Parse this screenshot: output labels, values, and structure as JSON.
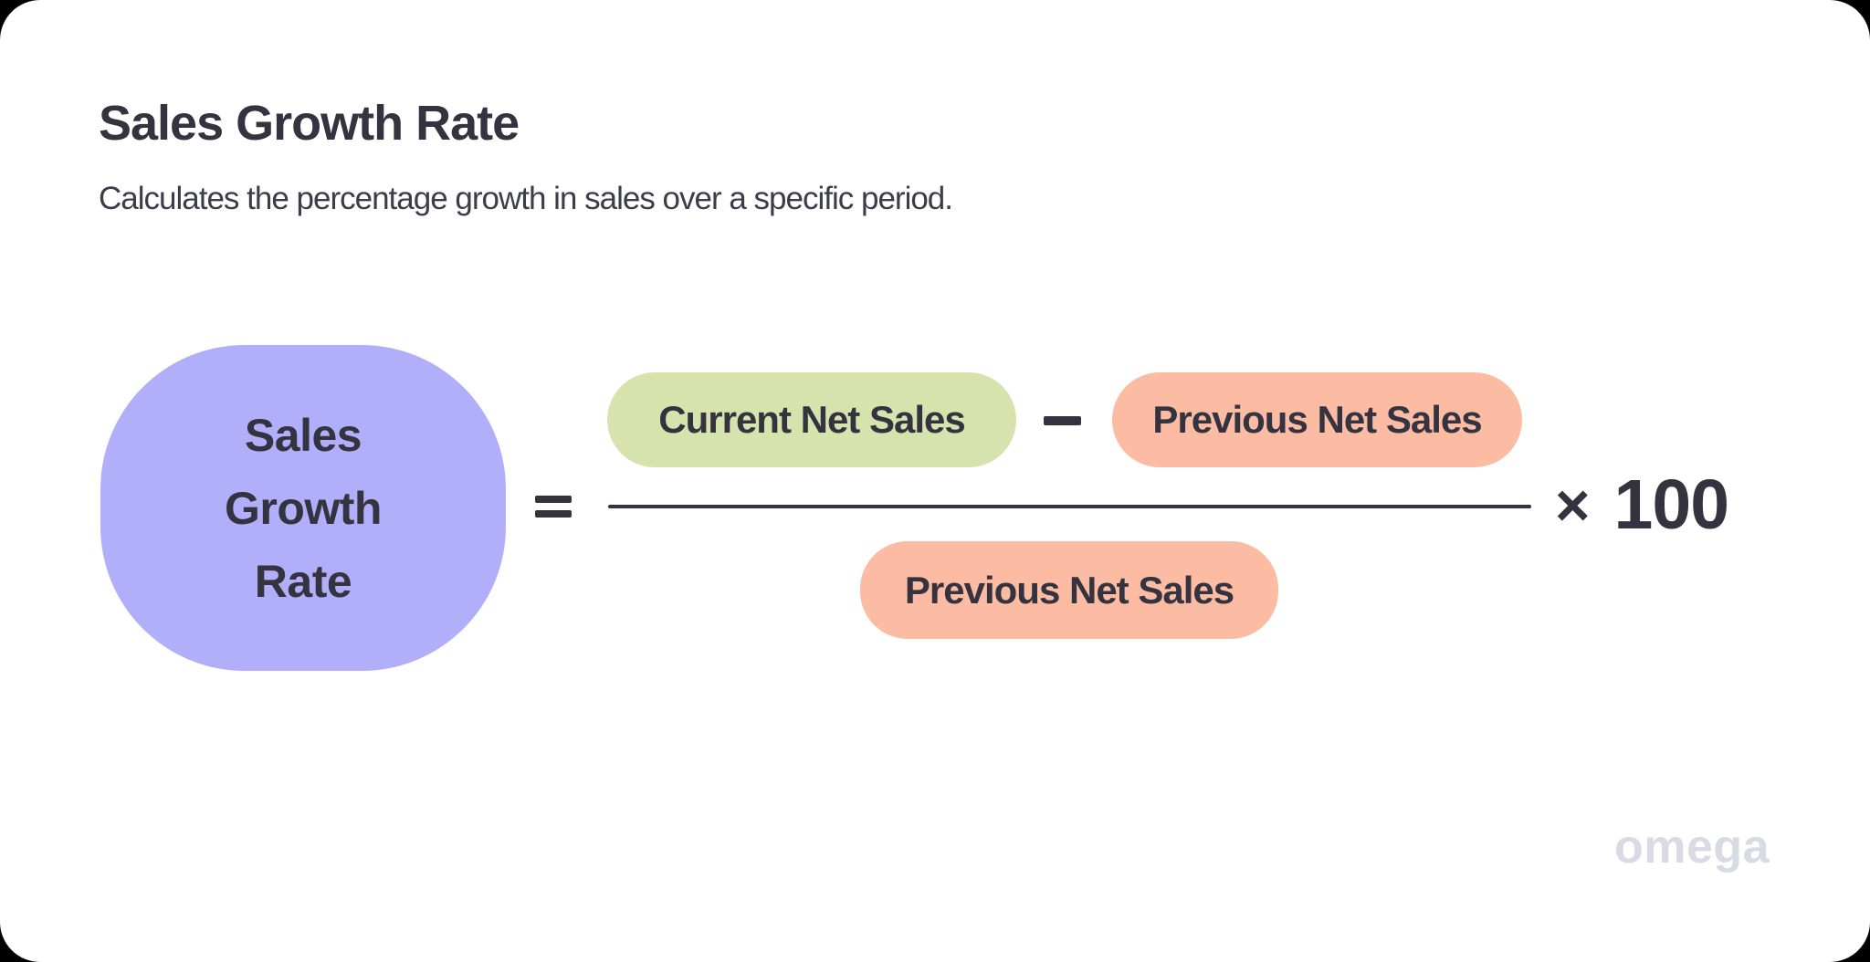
{
  "header": {
    "title": "Sales Growth Rate",
    "subtitle": "Calculates the percentage growth in sales over a specific period."
  },
  "formula": {
    "result": {
      "line1": "Sales",
      "line2": "Growth",
      "line3": "Rate"
    },
    "equals_sign": "=",
    "numerator": {
      "minuend": "Current Net Sales",
      "operator": "−",
      "subtrahend": "Previous Net Sales"
    },
    "denominator": "Previous Net Sales",
    "multiplier": {
      "symbol": "×",
      "value": "100"
    }
  },
  "branding": {
    "logo": "omega"
  },
  "colors": {
    "accent_purple": "#B1AFFA",
    "accent_green": "#D6E3AC",
    "accent_peach": "#FBBCA3",
    "text_dark": "#34333F",
    "subtitle_gray": "#3D3C4B",
    "logo_gray": "#D8DAE4",
    "card_bg": "#FFFFFF"
  }
}
